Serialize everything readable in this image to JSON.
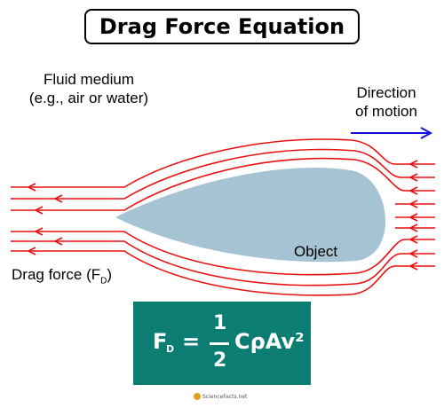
{
  "title": "Drag Force Equation",
  "fluid_label_line1": "Fluid medium",
  "fluid_label_line2": "(e.g., air or water)",
  "direction_line1": "Direction",
  "direction_line2": "of motion",
  "object_label": "Object",
  "drag_label_prefix": "Drag force (F",
  "drag_label_sub": "D",
  "drag_label_suffix": ")",
  "formula": {
    "lhs": "F",
    "lhs_sub": "D",
    "equals": "=",
    "numerator": "1",
    "denominator": "2",
    "rhs": "CρAv²"
  },
  "logo_text": "ScienceFacts.net",
  "colors": {
    "streamline": "#e81010",
    "object_fill": "#a5c3d3",
    "arrow_blue": "#1010d8",
    "formula_bg": "#0b7d72"
  }
}
